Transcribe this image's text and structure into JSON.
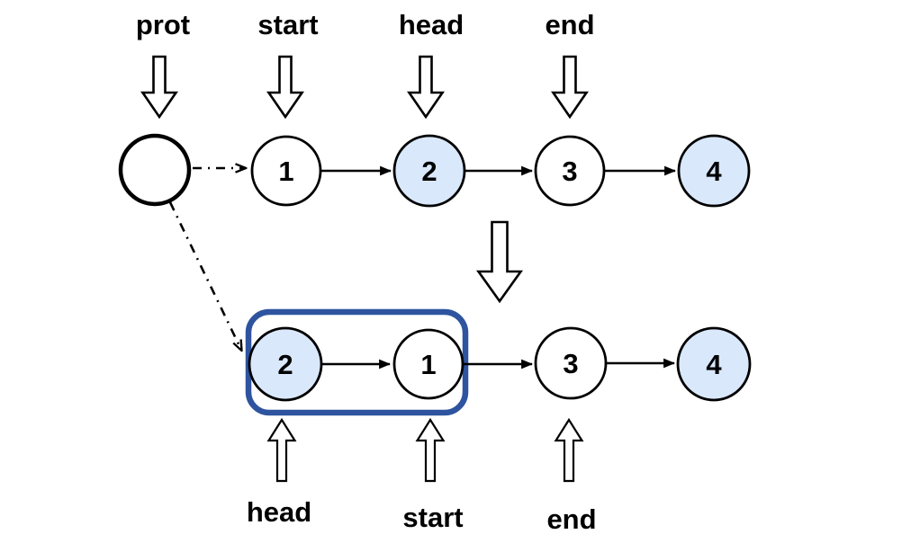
{
  "diagram": {
    "title": "linked-list sublist reversal step",
    "colors": {
      "node_highlight_fill": "#dae8fc",
      "node_plain_fill": "#ffffff",
      "outline": "#000000",
      "highlight_box_stroke": "#2e549f",
      "background": "#ffffff"
    },
    "top_labels": [
      "prot",
      "start",
      "head",
      "end"
    ],
    "bottom_labels": [
      "head",
      "start",
      "end"
    ],
    "list_before": [
      "1",
      "2",
      "3",
      "4"
    ],
    "list_after": [
      "2",
      "1",
      "3",
      "4"
    ],
    "highlighted_before": [
      false,
      true,
      false,
      true
    ],
    "highlighted_after": [
      true,
      false,
      false,
      true
    ],
    "prot_node_value": ""
  }
}
